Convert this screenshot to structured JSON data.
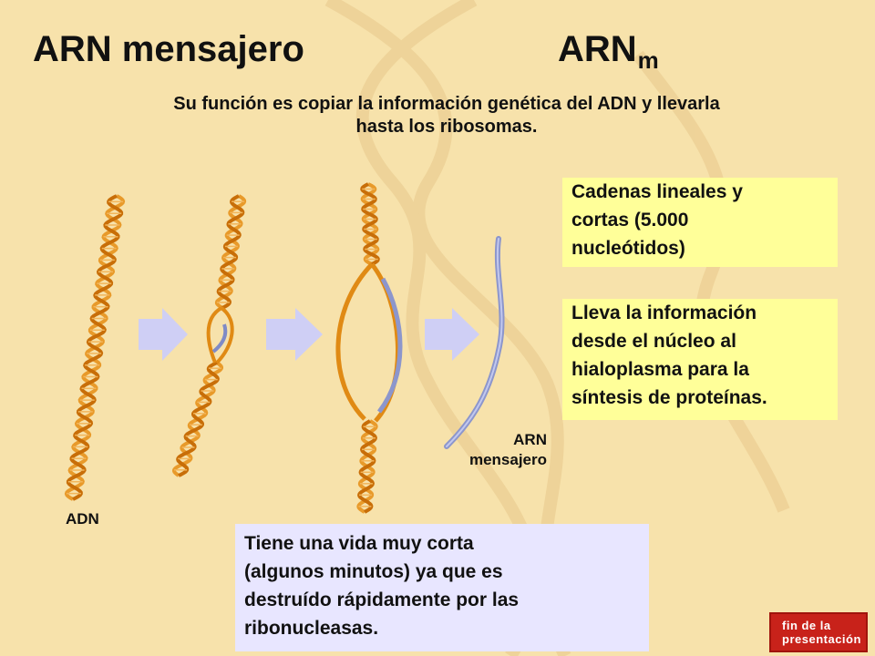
{
  "title_left": "ARN mensajero",
  "title_right_main": "ARN",
  "title_right_sub": "m",
  "subtitle_line1": "Su función es copiar la información genética del ADN y llevarla",
  "subtitle_line2": "hasta los ribosomas.",
  "box_1": [
    "Cadenas lineales y",
    "cortas (5.000",
    "nucleótidos)"
  ],
  "box_2": [
    "Lleva la información",
    "desde el núcleo al",
    "hialoplasma para la",
    "síntesis de proteínas."
  ],
  "box_3": [
    "Tiene una vida muy corta",
    "(algunos minutos) ya que es",
    "destruído rápidamente por las",
    "ribonucleasas."
  ],
  "label_adn": "ADN",
  "label_arn_1": "ARN",
  "label_arn_2": "mensajero",
  "fin_badge_1": "fin de la",
  "fin_badge_2": "presentación",
  "colors": {
    "background": "#f7e2ab",
    "box_yellow": "#ffff99",
    "box_lavender": "#e8e6ff",
    "dna_strand": "#e08a14",
    "rna_strand": "#8c96cc",
    "arrow": "#cfcff5",
    "badge": "#c8221a"
  }
}
